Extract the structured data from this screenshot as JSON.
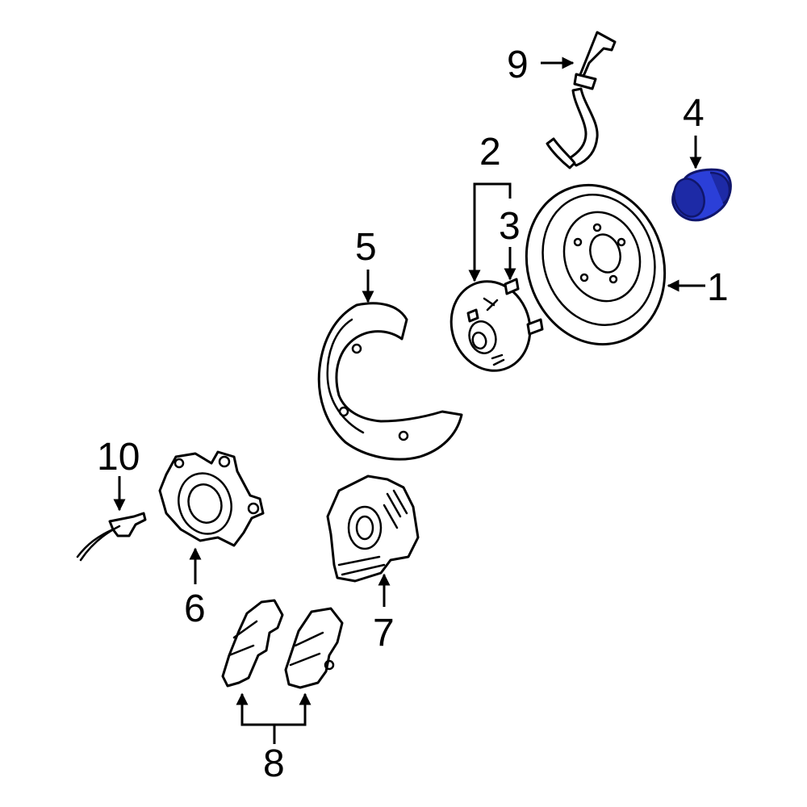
{
  "callouts": {
    "c1": "1",
    "c2": "2",
    "c3": "3",
    "c4": "4",
    "c5": "5",
    "c6": "6",
    "c7": "7",
    "c8": "8",
    "c9": "9",
    "c10": "10"
  },
  "highlight_color": "#2b3fd8",
  "highlighted_callout": "4"
}
